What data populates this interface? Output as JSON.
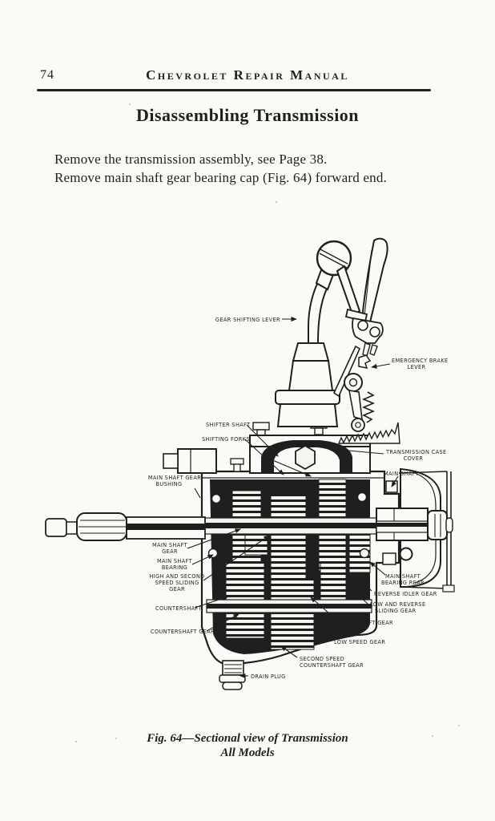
{
  "page": {
    "number": "74",
    "header": "Chevrolet Repair Manual",
    "section_title": "Disassembling Transmission",
    "body_lines": [
      "Remove the transmission assembly, see Page 38.",
      "Remove main shaft gear bearing cap (Fig. 64) forward end."
    ],
    "caption_line1": "Fig. 64—Sectional view of Transmission",
    "caption_line2": "All Models"
  },
  "diagram": {
    "labels": {
      "gear_shifting_lever": "GEAR SHIFTING LEVER",
      "emergency_brake_lever_1": "EMERGENCY BRAKE",
      "emergency_brake_lever_2": "LEVER",
      "shifter_shaft": "SHIFTER SHAFT",
      "shifting_forks": "SHIFTING FORKS",
      "transmission_case_cover_1": "TRANSMISSION CASE",
      "transmission_case_cover_2": "COVER",
      "main_shaft": "MAIN SHAFT",
      "main_shaft_gear_bushing_1": "MAIN SHAFT GEAR",
      "main_shaft_gear_bushing_2": "BUSHING",
      "main_shaft_gear_1": "MAIN SHAFT",
      "main_shaft_gear_2": "GEAR",
      "main_shaft_bearing_1": "MAIN SHAFT",
      "main_shaft_bearing_2": "BEARING",
      "high_and_second_1": "HIGH AND SECOND",
      "high_and_second_2": "SPEED SLIDING",
      "high_and_second_3": "GEAR",
      "countershaft": "COUNTERSHAFT",
      "countershaft_gear": "COUNTERSHAFT GEAR",
      "main_shaft_bearing_rear_1": "MAIN SHAFT",
      "main_shaft_bearing_rear_2": "BEARING REAR",
      "reverse_idler_gear": "REVERSE IDLER GEAR",
      "low_and_reverse_1": "LOW AND REVERSE",
      "low_and_reverse_2": "SLIDING GEAR",
      "idler_shaft_gear": "IDLER SHAFT GEAR",
      "low_speed_gear": "LOW SPEED GEAR",
      "second_speed_1": "SECOND SPEED",
      "second_speed_2": "COUNTERSHAFT GEAR",
      "drain_plug": "DRAIN PLUG"
    }
  },
  "colors": {
    "ink": "#1f1f1f",
    "paper": "#fbfaf6"
  }
}
